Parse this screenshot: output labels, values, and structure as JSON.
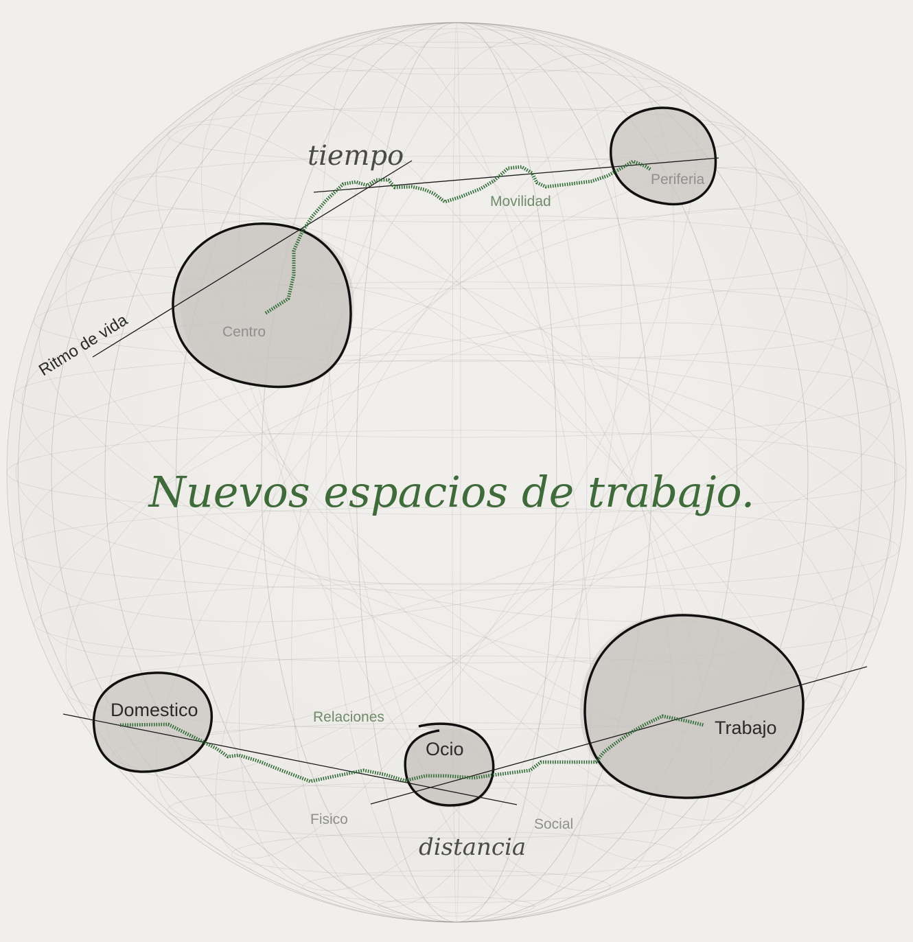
{
  "title": "Nuevos espacios de trabajo.",
  "colors": {
    "background": "#f1efec",
    "accent_green": "#2f6a35",
    "title_green": "#3f6b3a",
    "label_green": "#6f8c6a",
    "blob_fill": "#c9c5c1",
    "outline": "#111111"
  },
  "top_diagram": {
    "axis_labels": {
      "time": "tiempo",
      "rhythm": "Ritmo de vida"
    },
    "nodes": {
      "center": "Centro",
      "periphery": "Periferia"
    },
    "path_label": "Movilidad"
  },
  "bottom_diagram": {
    "axis_label": "distancia",
    "nodes": {
      "domestic": "Domestico",
      "leisure": "Ocio",
      "work": "Trabajo"
    },
    "labels": {
      "relations": "Relaciones",
      "physical": "Fisico",
      "social": "Social"
    }
  }
}
